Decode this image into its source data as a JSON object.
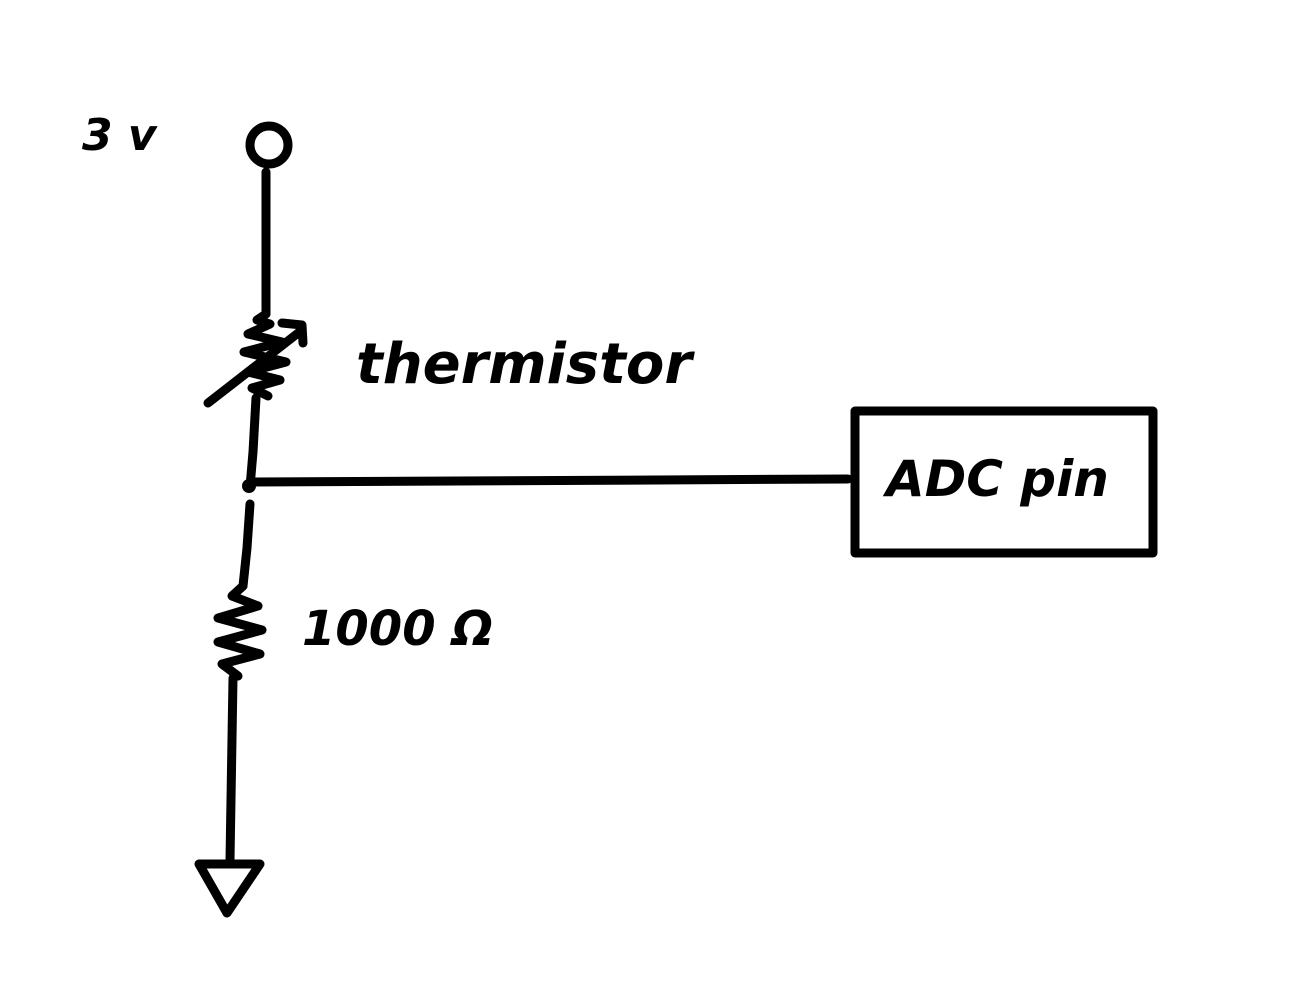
{
  "labels": {
    "supply": "3 v",
    "thermistor": "thermistor",
    "resistor": "1000 Ω",
    "adc": "ADC pin"
  },
  "components": {
    "supply_terminal": "open-circle-terminal",
    "thermistor": "variable-resistor",
    "resistor": "resistor",
    "adc": "adc-pin-box",
    "ground": "ground-triangle"
  },
  "colors": {
    "ink": "#000000",
    "background": "#ffffff"
  }
}
